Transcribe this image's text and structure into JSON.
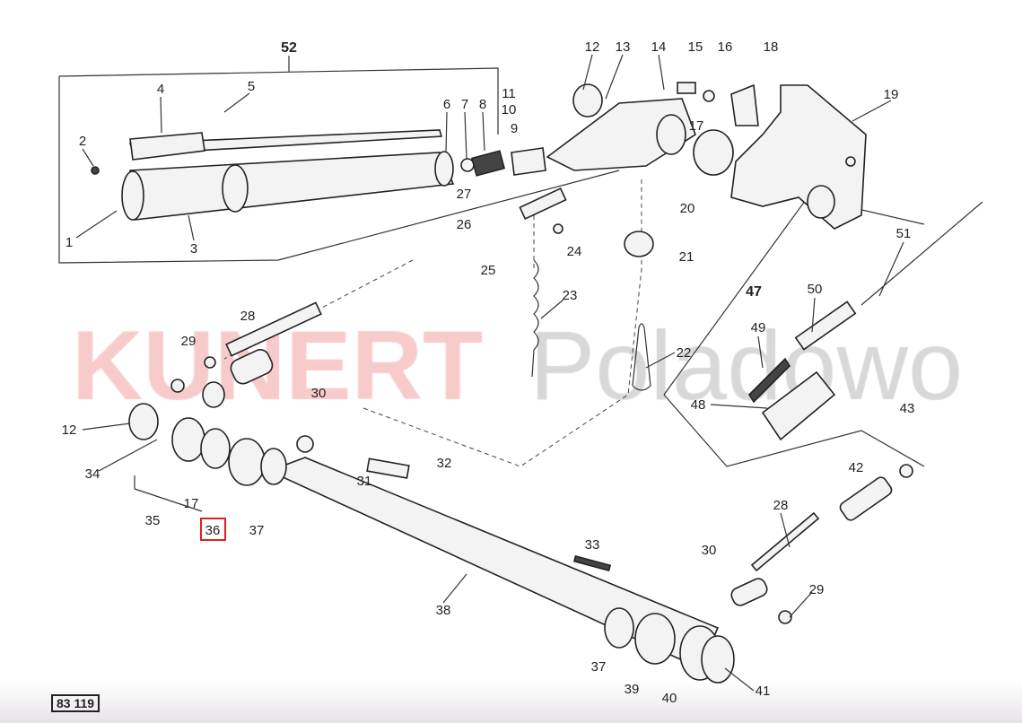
{
  "diagram": {
    "title_group": "52",
    "group_47": "47",
    "highlighted": "36",
    "labels": [
      "4",
      "5",
      "2",
      "1",
      "3",
      "6",
      "7",
      "8",
      "9",
      "11",
      "10",
      "27",
      "26",
      "25",
      "24",
      "12",
      "13",
      "14",
      "15",
      "16",
      "18",
      "19",
      "17",
      "20",
      "21",
      "23",
      "22",
      "28",
      "29",
      "30",
      "49",
      "50",
      "51",
      "48",
      "43",
      "42",
      "12",
      "34",
      "17",
      "35",
      "37",
      "31",
      "32",
      "33",
      "38",
      "28",
      "30",
      "29",
      "37",
      "39",
      "40",
      "41"
    ],
    "highlight_color": "#e02020"
  },
  "watermark": {
    "brand": "KUNERT",
    "place": "Poladowo"
  },
  "footer": {
    "catalog_code": "83 119"
  }
}
